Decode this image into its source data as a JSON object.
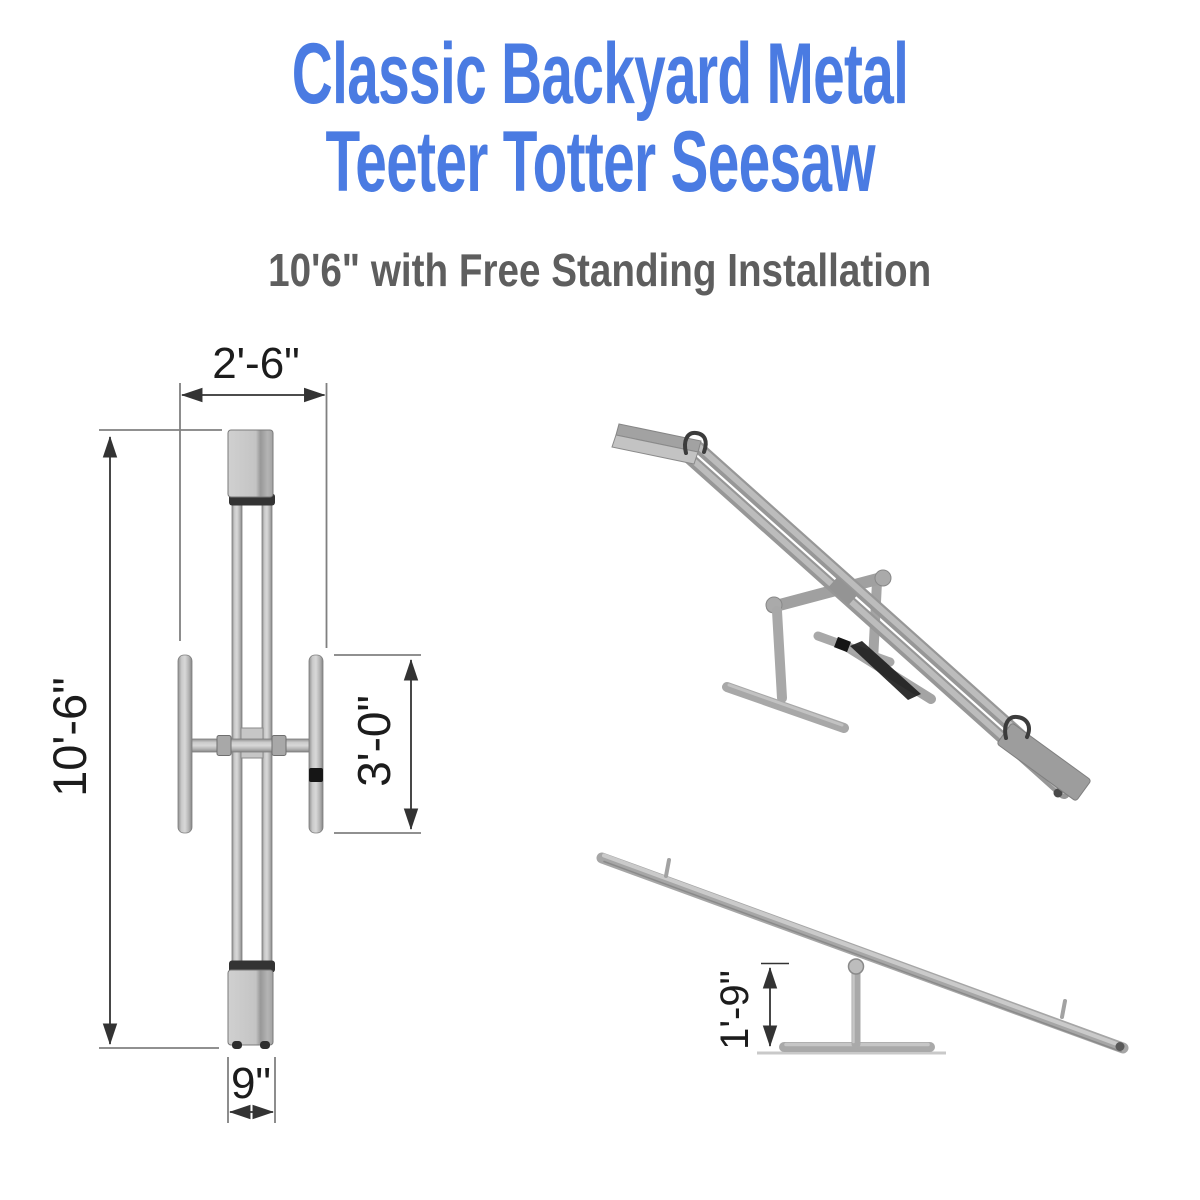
{
  "title": {
    "line1": "Classic Backyard Metal",
    "line2": "Teeter Totter Seesaw"
  },
  "subtitle": "10'6\" with Free Standing Installation",
  "views": {
    "top_view": {
      "dim_handlebar_width": "2'-6\"",
      "dim_overall_length": "10'-6\"",
      "dim_handle_section_length": "3'-0\"",
      "dim_seat_width": "9\""
    },
    "side_view": {
      "dim_pivot_height": "1'-9\""
    }
  },
  "colors": {
    "title_blue": "#4a7be2",
    "subtitle_gray": "#5e5e5e",
    "metal_gray": "#b0b0b0",
    "metal_dark": "#2f2f2f",
    "dimension_line": "#333333",
    "extension_line": "#808080",
    "background": "#ffffff"
  }
}
